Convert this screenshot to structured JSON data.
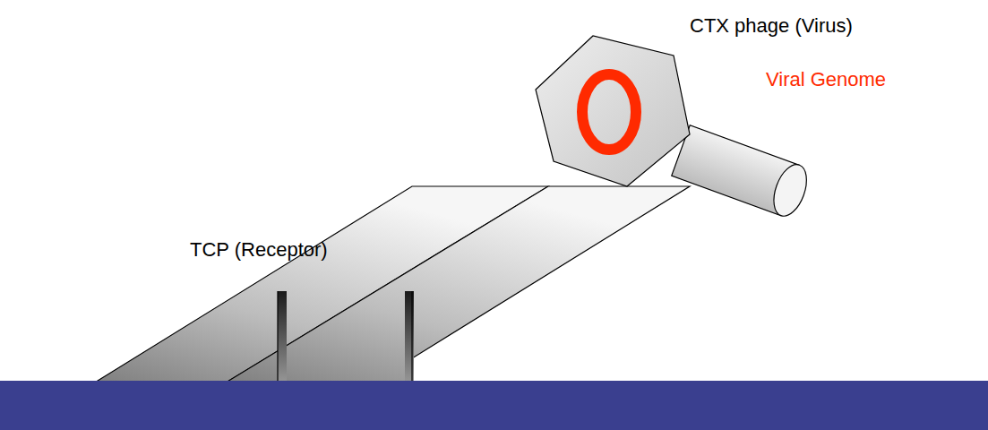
{
  "diagram": {
    "labels": [
      "CTX phage (Virus)",
      "Viral Genome",
      "TCP (Receptor)"
    ]
  }
}
